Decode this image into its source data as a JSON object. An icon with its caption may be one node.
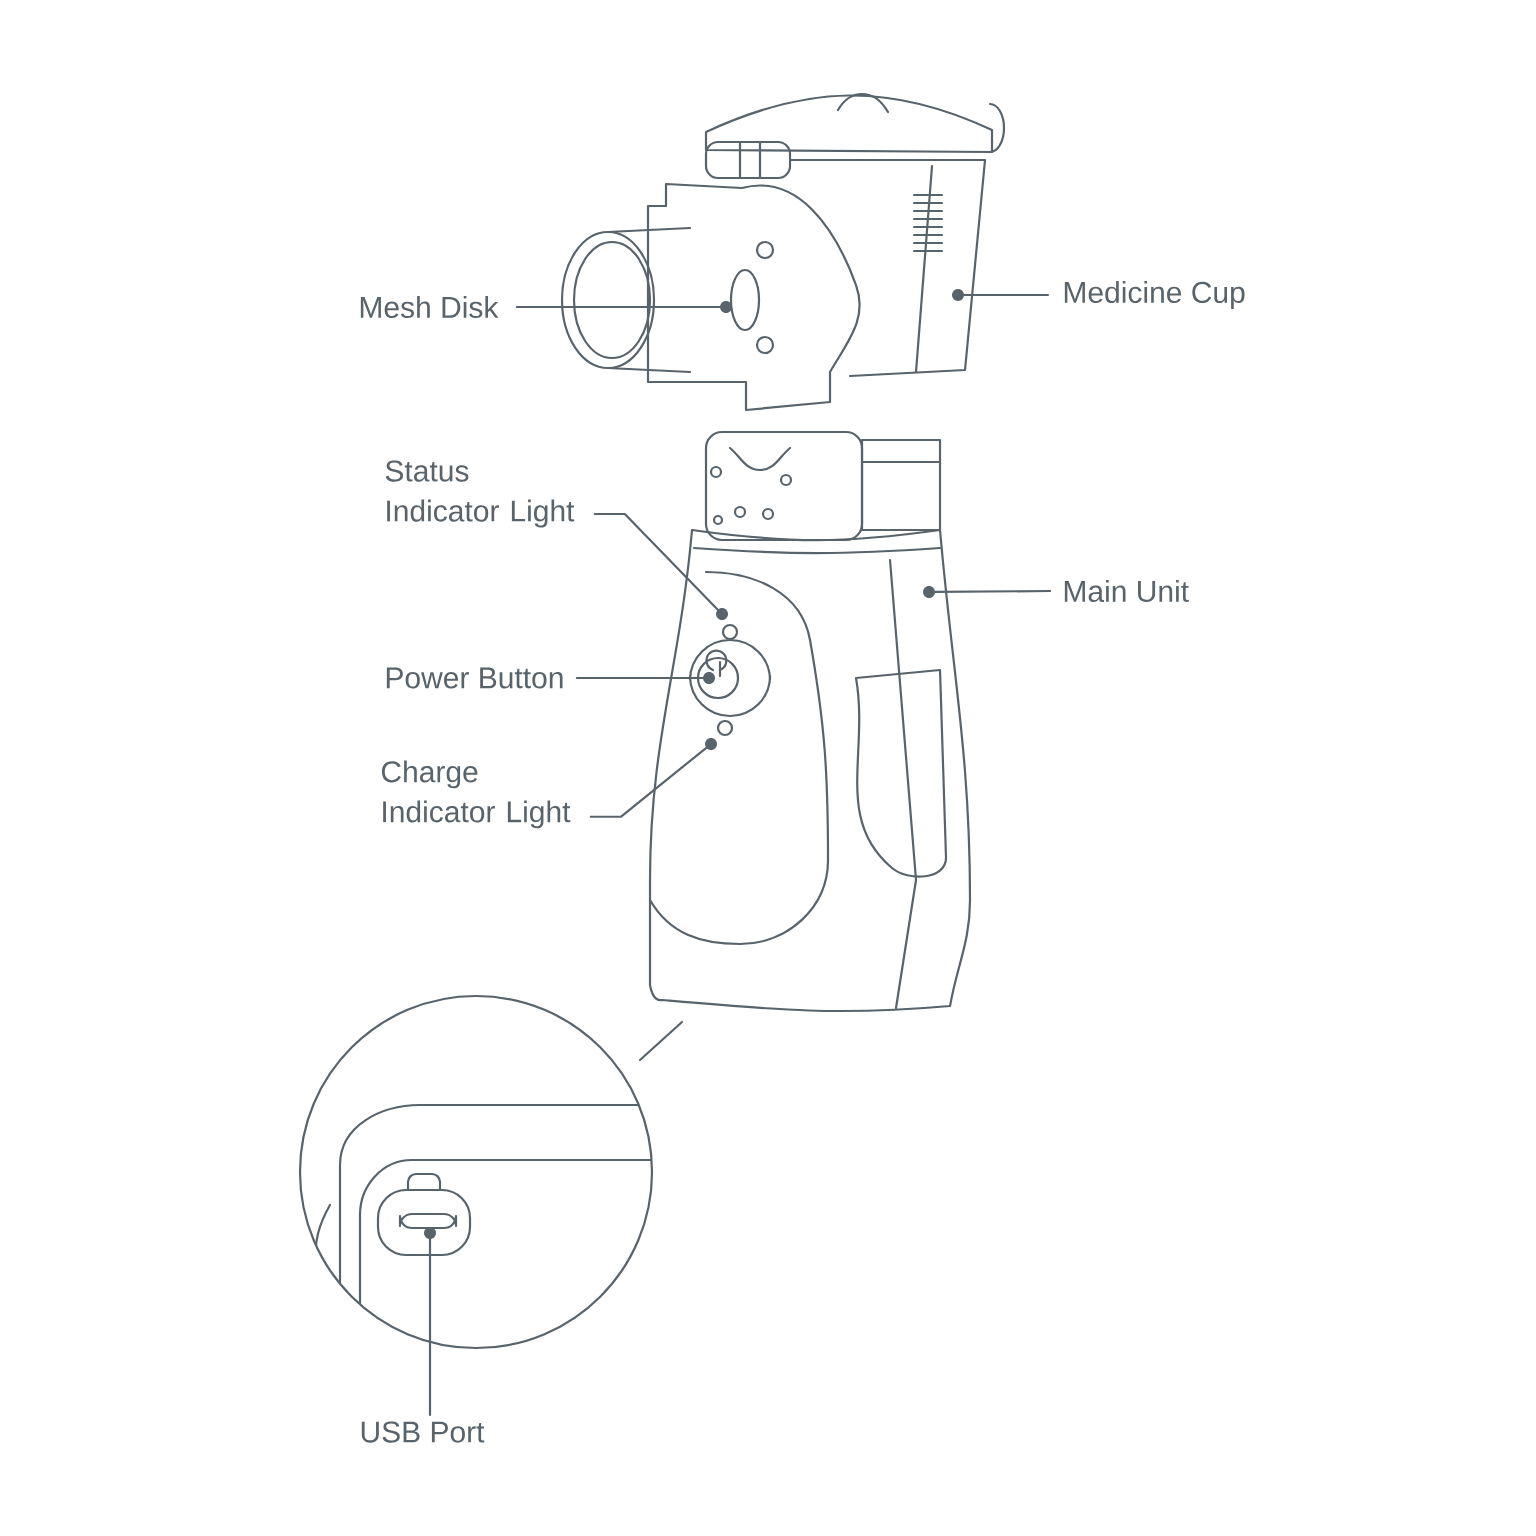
{
  "diagram": {
    "nodes": [
      {
        "text": [
          "Mesh Disk"
        ]
      },
      {
        "text": [
          "Medicine Cup"
        ]
      },
      {
        "text": [
          "Status Indicator Light"
        ]
      },
      {
        "text": [
          "Main Unit"
        ]
      },
      {
        "text": [
          "Power Button"
        ]
      },
      {
        "text": [
          "Charge Indicator Light"
        ]
      },
      {
        "text": [
          "USB Port"
        ]
      },
      {
        "text": [],
        "shape": "circle"
      },
      {
        "text": [],
        "shape": "circle"
      },
      {
        "text": [],
        "shape": "circle"
      },
      {
        "text": [],
        "shape": "circle"
      },
      {
        "text": [],
        "shape": "circle"
      },
      {
        "text": [],
        "shape": "circle"
      },
      {
        "text": [],
        "shape": "circle"
      }
    ],
    "edges": [
      {
        "from": 0,
        "to": 7,
        "arrow": "none"
      },
      {
        "from": 1,
        "to": 8,
        "arrow": "none"
      },
      {
        "from": 2,
        "to": 9,
        "arrow": "none"
      },
      {
        "from": 3,
        "to": 10,
        "arrow": "none"
      },
      {
        "from": 4,
        "to": 11,
        "arrow": "none"
      },
      {
        "from": 5,
        "to": 12,
        "arrow": "none"
      },
      {
        "from": 6,
        "to": 13,
        "arrow": "none"
      }
    ]
  }
}
